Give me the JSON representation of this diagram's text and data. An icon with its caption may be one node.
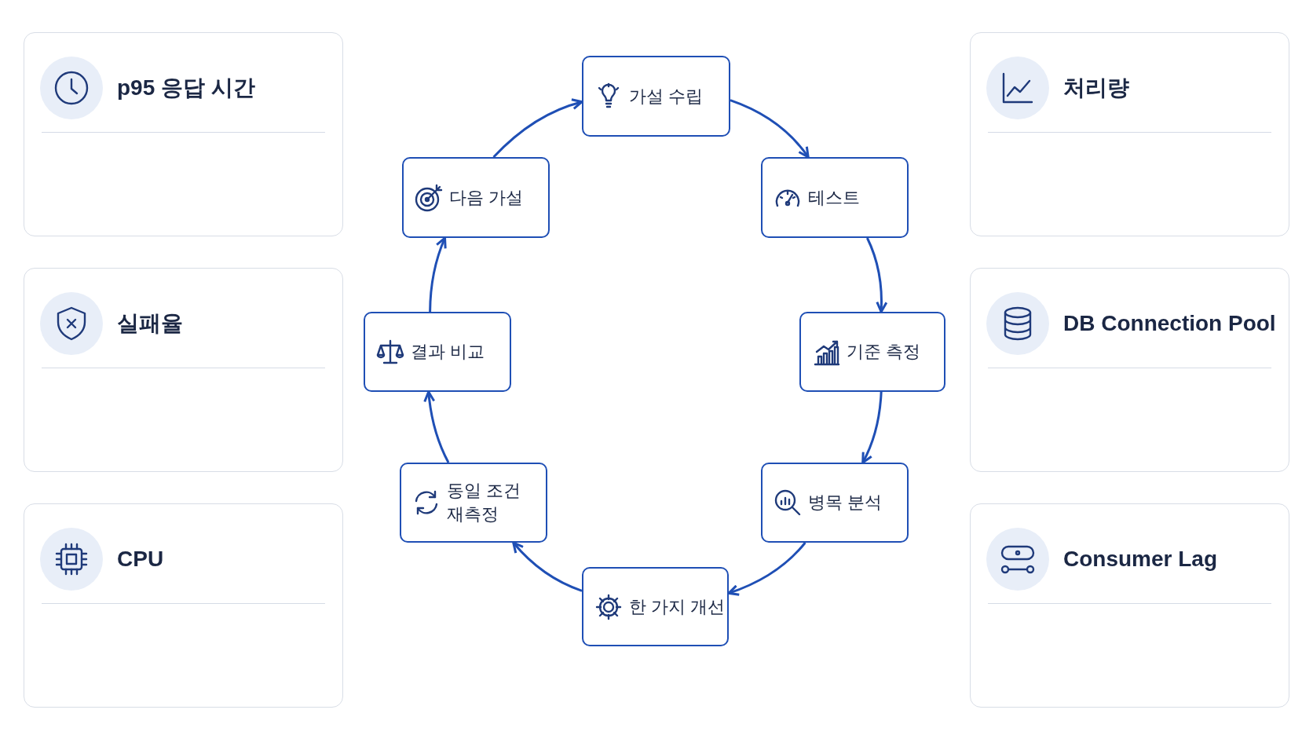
{
  "diagram": {
    "nodes": [
      {
        "text": [
          "p95 응답 시간"
        ]
      },
      {
        "text": [
          "실패율"
        ]
      },
      {
        "text": [
          "CPU"
        ]
      },
      {
        "text": [
          "가설 수립"
        ]
      },
      {
        "text": [
          "테스트"
        ]
      },
      {
        "text": [
          "기준 측정"
        ]
      },
      {
        "text": [
          "병목 분석"
        ]
      },
      {
        "text": [
          "한 가지 개선"
        ]
      },
      {
        "text": [
          "동일 조건 재측정"
        ]
      },
      {
        "text": [
          "결과 비교"
        ]
      },
      {
        "text": [
          "다음 가설"
        ]
      },
      {
        "text": [
          "처리량"
        ]
      },
      {
        "text": [
          "DB Connection Pool"
        ]
      },
      {
        "text": [
          "Consumer Lag"
        ]
      }
    ],
    "edges": [
      {
        "from": 3,
        "to": 4,
        "arrow": "to"
      },
      {
        "from": 4,
        "to": 5,
        "arrow": "to"
      },
      {
        "from": 5,
        "to": 6,
        "arrow": "to"
      },
      {
        "from": 6,
        "to": 7,
        "arrow": "to"
      },
      {
        "from": 7,
        "to": 8,
        "arrow": "to"
      },
      {
        "from": 8,
        "to": 9,
        "arrow": "to"
      },
      {
        "from": 9,
        "to": 10,
        "arrow": "to"
      },
      {
        "from": 10,
        "to": 3,
        "arrow": "to"
      }
    ]
  }
}
